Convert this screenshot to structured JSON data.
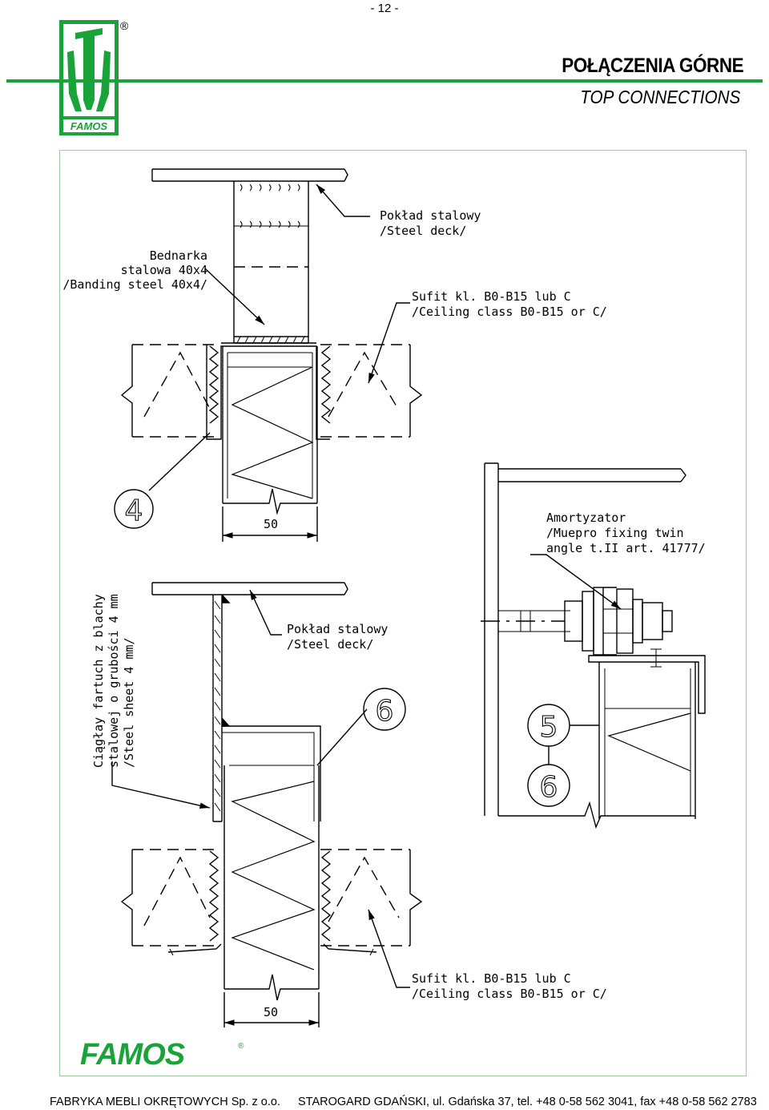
{
  "page_number": "- 12 -",
  "header": {
    "title_pl": "POŁĄCZENIA GÓRNE",
    "title_en": "TOP CONNECTIONS",
    "logo_text": "FAMOS",
    "registered_mark": "®"
  },
  "detail_top": {
    "label_steel_deck_pl": "Pokład stalowy",
    "label_steel_deck_en": "/Steel deck/",
    "label_banding_pl1": "Bednarka",
    "label_banding_pl2": "stalowa 40x4",
    "label_banding_en": "/Banding steel 40x4/",
    "label_ceiling_pl": "Sufit kl. B0-B15 lub C",
    "label_ceiling_en": "/Ceiling class B0-B15 or C/",
    "callout": "4",
    "dimension": "50"
  },
  "detail_right": {
    "label_damper_1": "Amortyzator",
    "label_damper_2": "/Muepro fixing twin",
    "label_damper_3": "angle t.II   art. 41777/",
    "callout_a": "5",
    "callout_b": "6"
  },
  "detail_bottom": {
    "label_apron_1": "Ciągłay fartuch z blachy",
    "label_apron_2": "stalowej o grubości 4 mm",
    "label_apron_3": "/Steel sheet 4 mm/",
    "label_steel_deck_pl": "Pokład stalowy",
    "label_steel_deck_en": "/Steel deck/",
    "label_ceiling_pl": "Sufit kl. B0-B15 lub C",
    "label_ceiling_en": "/Ceiling class B0-B15 or C/",
    "callout": "6",
    "dimension": "50"
  },
  "footer": {
    "company": "FABRYKA MEBLI OKRĘTOWYCH Sp. z o.o.",
    "address": "STAROGARD GDAŃSKI, ul. Gdańska 37, tel. +48 0-58 562 3041, fax +48 0-58 562 2783"
  },
  "brand_logo": "FAMOS",
  "colors": {
    "brand_green": "#1aa33a",
    "frame": "#9cc9a5"
  }
}
